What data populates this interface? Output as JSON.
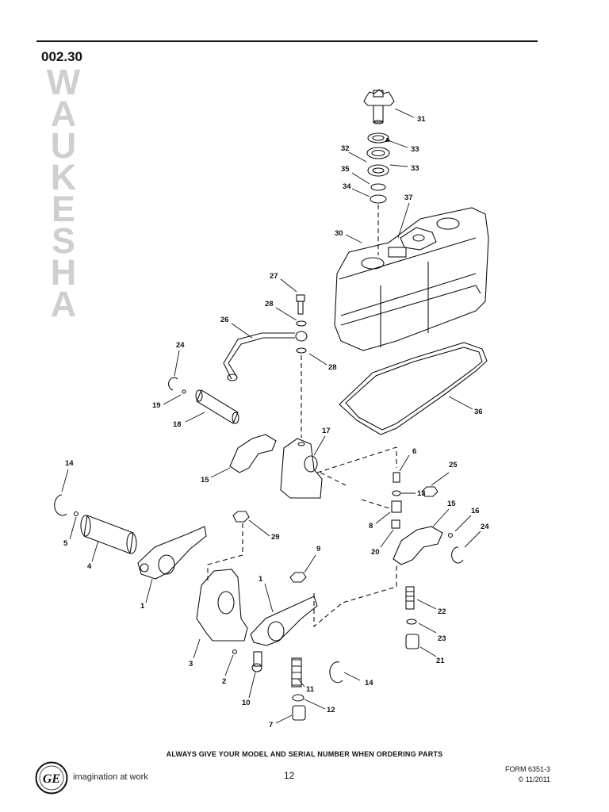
{
  "header": {
    "section_number": "002.30",
    "brand_letters": [
      "W",
      "A",
      "U",
      "K",
      "E",
      "S",
      "H",
      "A"
    ]
  },
  "diagram": {
    "callouts": [
      {
        "id": "c31",
        "label": "31"
      },
      {
        "id": "c33a",
        "label": "33"
      },
      {
        "id": "c32",
        "label": "32"
      },
      {
        "id": "c33b",
        "label": "33"
      },
      {
        "id": "c35",
        "label": "35"
      },
      {
        "id": "c34",
        "label": "34"
      },
      {
        "id": "c37",
        "label": "37"
      },
      {
        "id": "c30",
        "label": "30"
      },
      {
        "id": "c27",
        "label": "27"
      },
      {
        "id": "c28a",
        "label": "28"
      },
      {
        "id": "c26",
        "label": "26"
      },
      {
        "id": "c28b",
        "label": "28"
      },
      {
        "id": "c24a",
        "label": "24"
      },
      {
        "id": "c19",
        "label": "19"
      },
      {
        "id": "c18",
        "label": "18"
      },
      {
        "id": "c36",
        "label": "36"
      },
      {
        "id": "c17",
        "label": "17"
      },
      {
        "id": "c15a",
        "label": "15"
      },
      {
        "id": "c6",
        "label": "6"
      },
      {
        "id": "c25",
        "label": "25"
      },
      {
        "id": "c13",
        "label": "13"
      },
      {
        "id": "c14a",
        "label": "14"
      },
      {
        "id": "c15b",
        "label": "15"
      },
      {
        "id": "c16",
        "label": "16"
      },
      {
        "id": "c8",
        "label": "8"
      },
      {
        "id": "c24b",
        "label": "24"
      },
      {
        "id": "c5",
        "label": "5"
      },
      {
        "id": "c29",
        "label": "29"
      },
      {
        "id": "c20",
        "label": "20"
      },
      {
        "id": "c4",
        "label": "4"
      },
      {
        "id": "c9",
        "label": "9"
      },
      {
        "id": "c1a",
        "label": "1"
      },
      {
        "id": "c1b",
        "label": "1"
      },
      {
        "id": "c22",
        "label": "22"
      },
      {
        "id": "c23",
        "label": "23"
      },
      {
        "id": "c21",
        "label": "21"
      },
      {
        "id": "c3",
        "label": "3"
      },
      {
        "id": "c14b",
        "label": "14"
      },
      {
        "id": "c2",
        "label": "2"
      },
      {
        "id": "c11",
        "label": "11"
      },
      {
        "id": "c10",
        "label": "10"
      },
      {
        "id": "c12",
        "label": "12"
      },
      {
        "id": "c7",
        "label": "7"
      }
    ]
  },
  "footer": {
    "notice": "ALWAYS GIVE YOUR MODEL AND SERIAL NUMBER WHEN ORDERING PARTS",
    "logo_text": "GE",
    "tagline": "imagination at work",
    "page_number": "12",
    "form_number": "FORM 6351-3",
    "copyright": "© 11/2011"
  }
}
